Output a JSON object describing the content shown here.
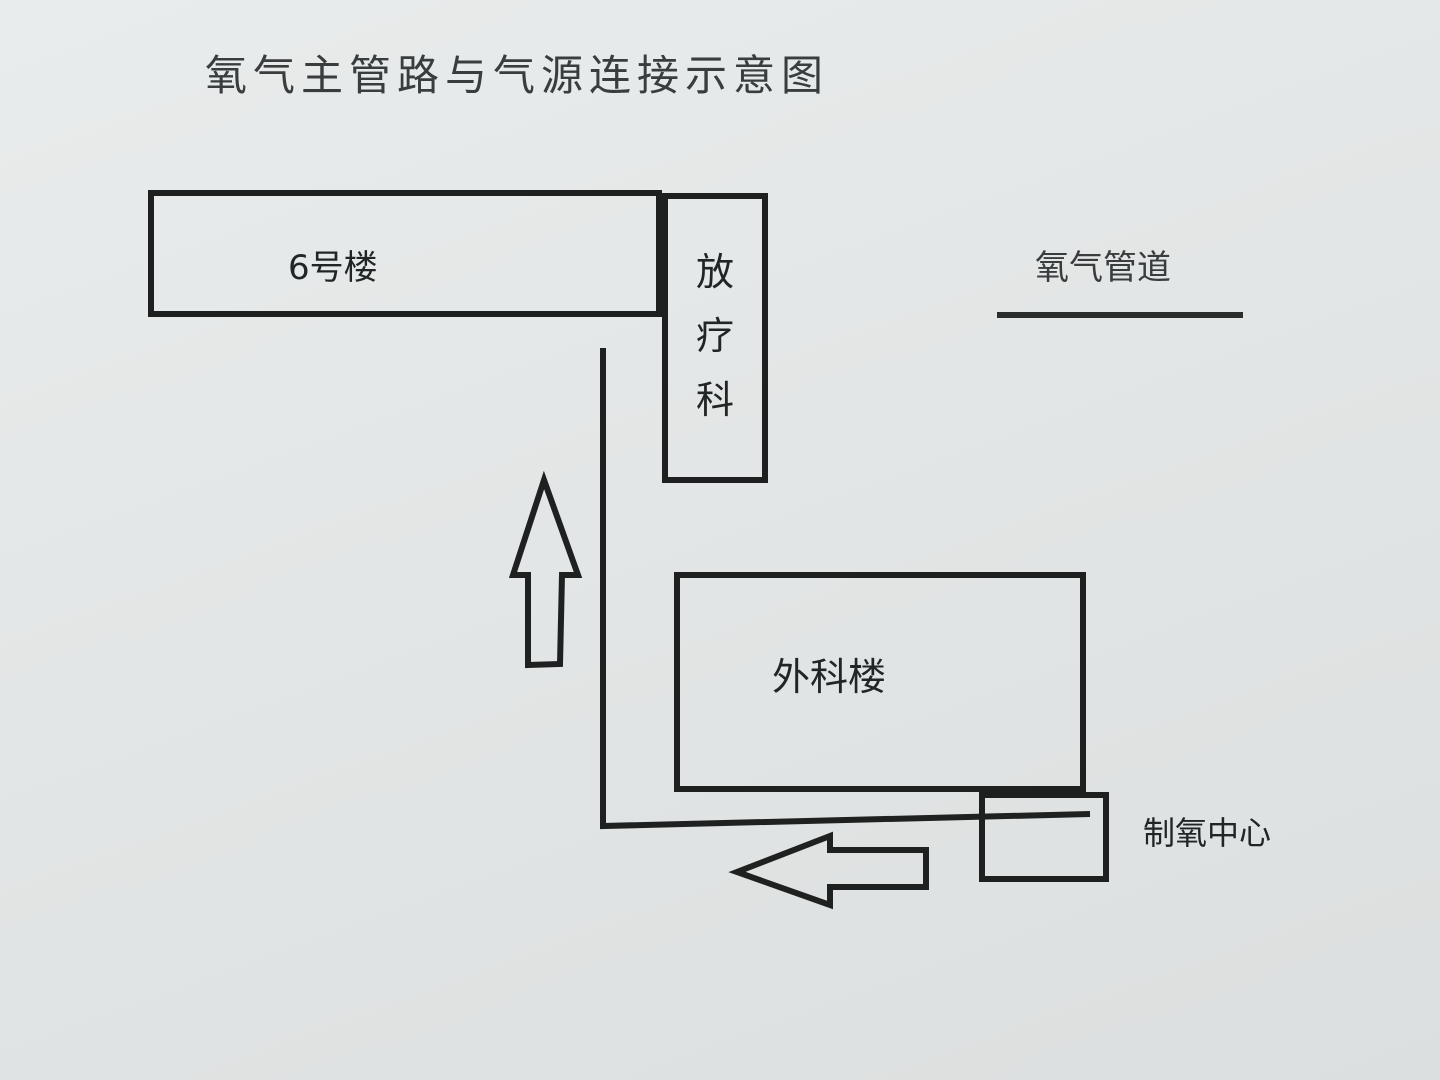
{
  "title": "氧气主管路与气源连接示意图",
  "buildings": {
    "building_6": "6号楼",
    "radiotherapy": "放疗科",
    "surgery": "外科楼",
    "oxygen_center": "制氧中心"
  },
  "legend": {
    "label": "氧气管道"
  },
  "colors": {
    "paper": "#e6e9e9",
    "ink": "#1e1f1f",
    "title_ink": "#3a3d3d"
  },
  "flow": {
    "arrows": [
      "arrow-up",
      "arrow-left"
    ],
    "direction": "from 制氧中心 toward 6号楼"
  }
}
